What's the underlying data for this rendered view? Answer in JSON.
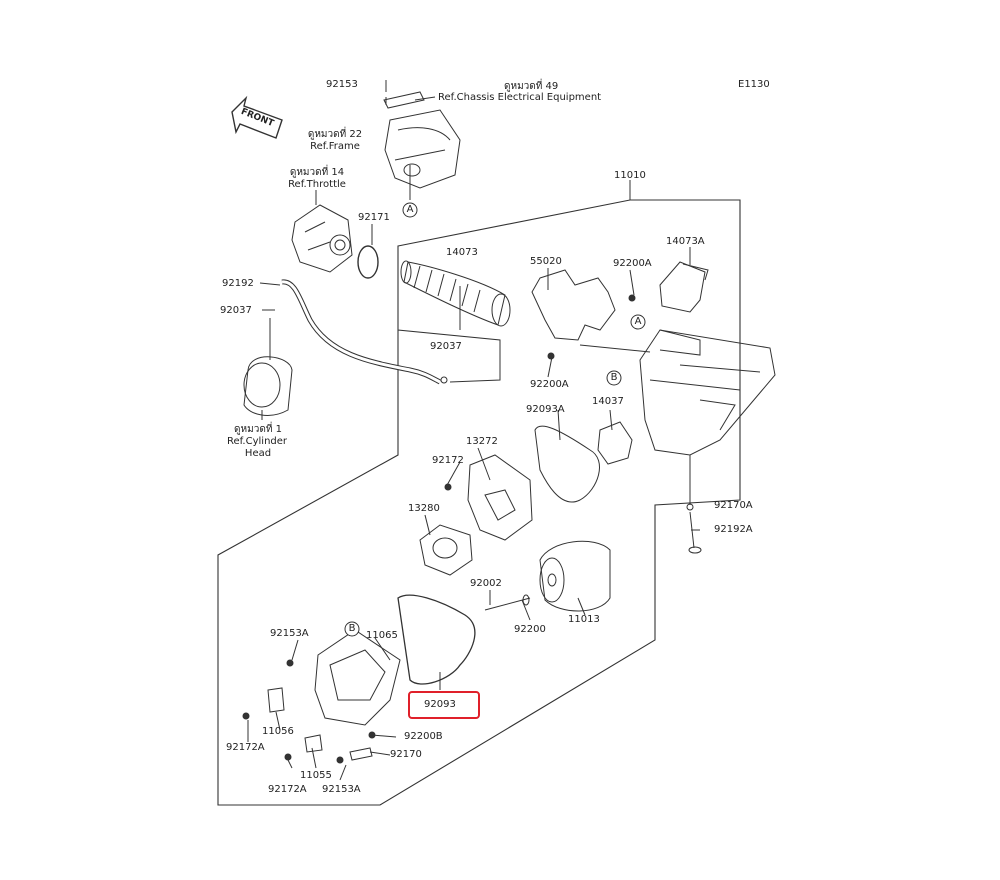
{
  "diagram_code": "E1130",
  "front_label": "FRONT",
  "refs": {
    "chassis_line1": "ดูหมวดที่ 49",
    "chassis_line2": "Ref.Chassis Electrical Equipment",
    "frame_line1": "ดูหมวดที่ 22",
    "frame_line2": "Ref.Frame",
    "throttle_line1": "ดูหมวดที่ 14",
    "throttle_line2": "Ref.Throttle",
    "cylinder_line1": "ดูหมวดที่ 1",
    "cylinder_line2": "Ref.Cylinder",
    "cylinder_line3": "Head"
  },
  "callouts": {
    "a": "A",
    "b": "B"
  },
  "parts": {
    "p92153": "92153",
    "p11010": "11010",
    "p92171": "92171",
    "p14073": "14073",
    "p14073A": "14073A",
    "p55020": "55020",
    "p92200A_top": "92200A",
    "p92192": "92192",
    "p92037_left": "92037",
    "p92037_mid": "92037",
    "p92200A_mid": "92200A",
    "p92093A": "92093A",
    "p14037": "14037",
    "p13272": "13272",
    "p92172": "92172",
    "p13280": "13280",
    "p92170A": "92170A",
    "p92192A": "92192A",
    "p92002": "92002",
    "p92200": "92200",
    "p11013": "11013",
    "p92153A_top": "92153A",
    "p11065": "11065",
    "p92093": "92093",
    "p11056": "11056",
    "p92172A_left": "92172A",
    "p92200B": "92200B",
    "p92170": "92170",
    "p11055": "11055",
    "p92172A_bottom": "92172A",
    "p92153A_bottom": "92153A"
  },
  "colors": {
    "highlight": "#e0202a",
    "line": "#333333"
  }
}
